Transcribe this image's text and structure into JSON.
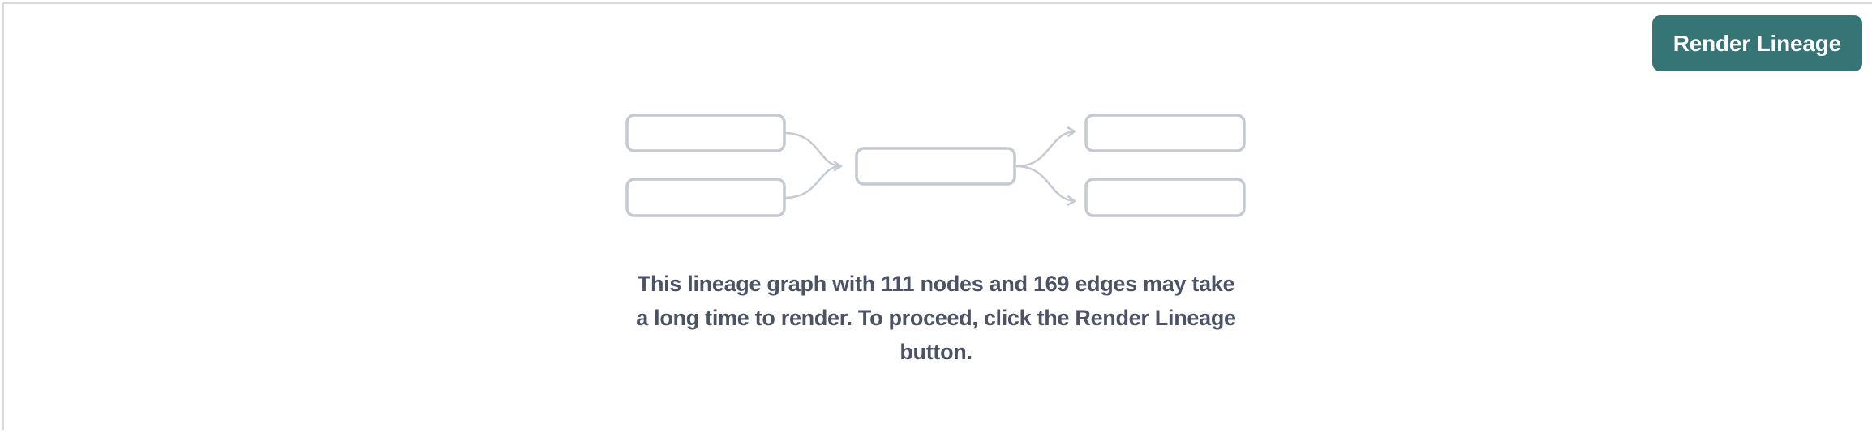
{
  "button": {
    "label": "Render Lineage"
  },
  "empty_state": {
    "message": "This lineage graph with 111 nodes and 169 edges may take a long time to render. To proceed, click the Render Lineage button.",
    "message_lines": [
      "This lineage graph with 111 nodes and 169 edges may take",
      "a long time to render. To proceed, click the Render Lineage",
      "button."
    ],
    "node_count": "111",
    "edge_count": "169"
  },
  "icons": {
    "illustration": "lineage-graph-placeholder"
  },
  "colors": {
    "accent_teal": "#357575",
    "illustration_gray": "#c5c9d2",
    "text_slate": "#4b5365",
    "divider_gray": "#d9dadd",
    "background": "#ffffff"
  }
}
